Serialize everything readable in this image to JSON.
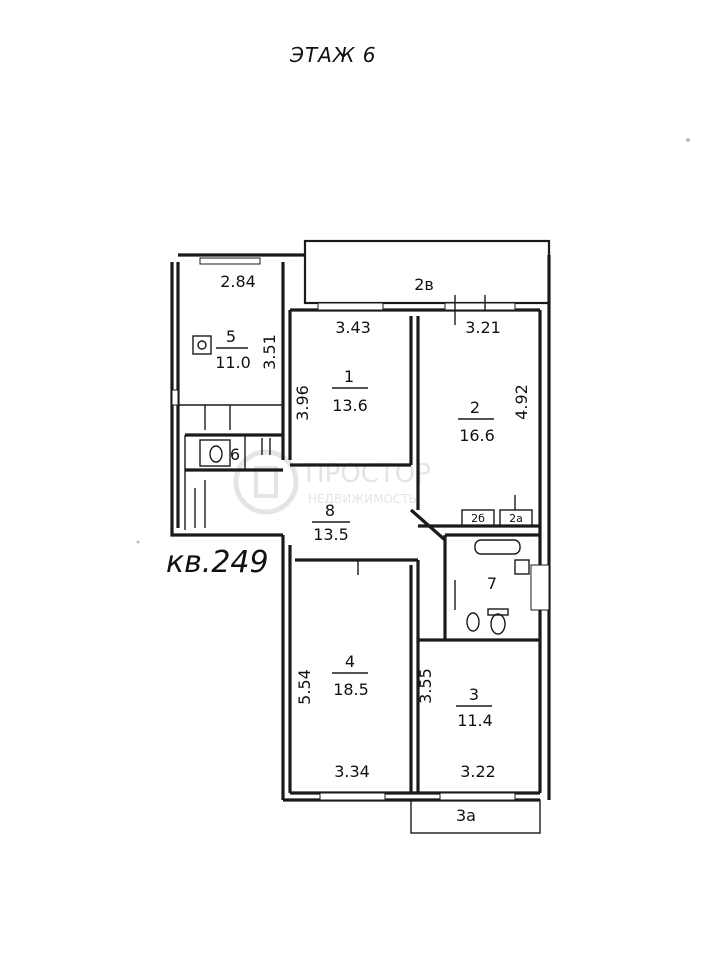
{
  "floor_title": "ЭТАЖ 6",
  "apartment_label": "кв.249",
  "watermark": {
    "name": "ПРОСТОР",
    "sub": "НЕДВИЖИМОСТЬ"
  },
  "rooms": [
    {
      "id": "1",
      "area": "13.6"
    },
    {
      "id": "2",
      "area": "16.6"
    },
    {
      "id": "3",
      "area": "11.4"
    },
    {
      "id": "4",
      "area": "18.5"
    },
    {
      "id": "5",
      "area": "11.0"
    },
    {
      "id": "6",
      "area": ""
    },
    {
      "id": "7",
      "area": ""
    },
    {
      "id": "8",
      "area": "13.5"
    }
  ],
  "balconies": [
    "2в",
    "3а",
    "2б",
    "2а"
  ],
  "dimensions": {
    "r5_width": "2.84",
    "r5_depth": "3.51",
    "r1_width": "3.43",
    "r1_depth": "3.96",
    "r2_width": "3.21",
    "r2_depth": "4.92",
    "r4_width": "3.34",
    "r4_depth": "5.54",
    "r3_width": "3.22",
    "r3_depth": "3.55"
  }
}
